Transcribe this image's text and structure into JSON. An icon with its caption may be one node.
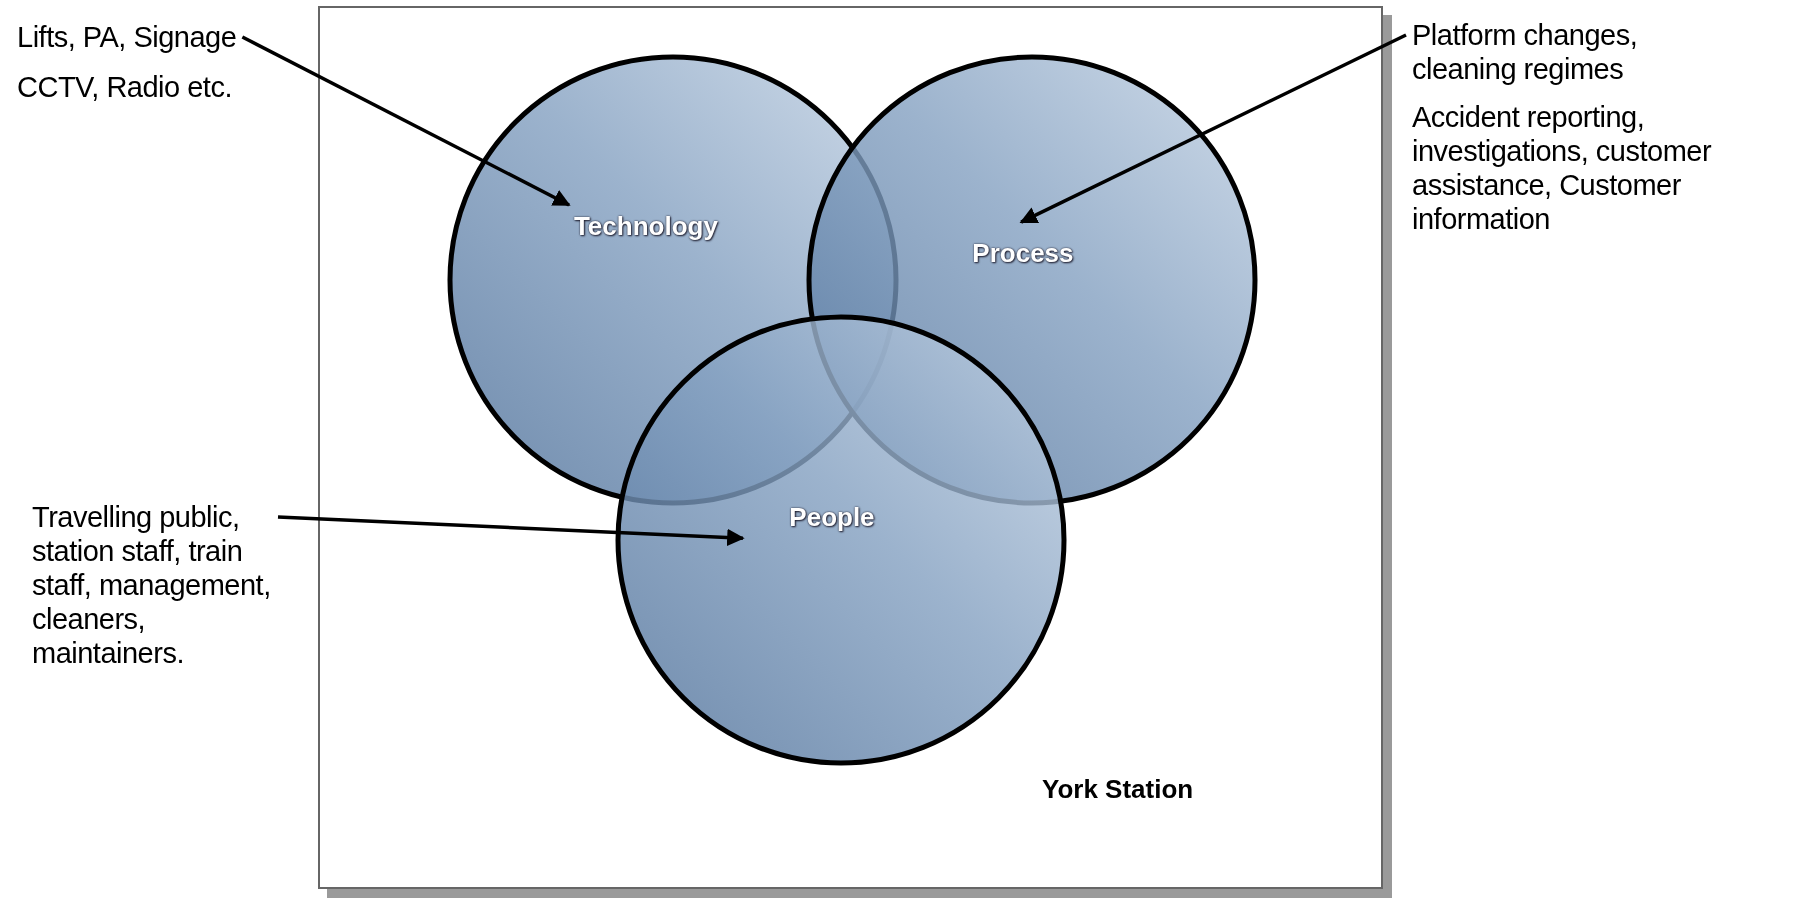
{
  "diagram": {
    "nodes": [
      {
        "text": [
          "Lifts, PA, Signage",
          "CCTV, Radio etc."
        ]
      },
      {
        "text": [
          "York Station"
        ]
      },
      {
        "text": [
          "Technology"
        ],
        "in": 1
      },
      {
        "text": [
          "Process"
        ],
        "in": 1
      },
      {
        "text": [
          "People"
        ],
        "in": 1
      },
      {
        "text": [
          "Platform changes, cleaning regimes",
          "Accident reporting, investigations, customer assistance, Customer information"
        ]
      },
      {
        "text": [
          "Travelling public, station staff, train staff, management, cleaners, maintainers."
        ]
      }
    ],
    "edges": [
      {
        "from": 0,
        "to": 2,
        "arrow": "to"
      },
      {
        "from": 5,
        "to": 3,
        "arrow": "to"
      },
      {
        "from": 6,
        "to": 4,
        "arrow": "to"
      }
    ]
  }
}
